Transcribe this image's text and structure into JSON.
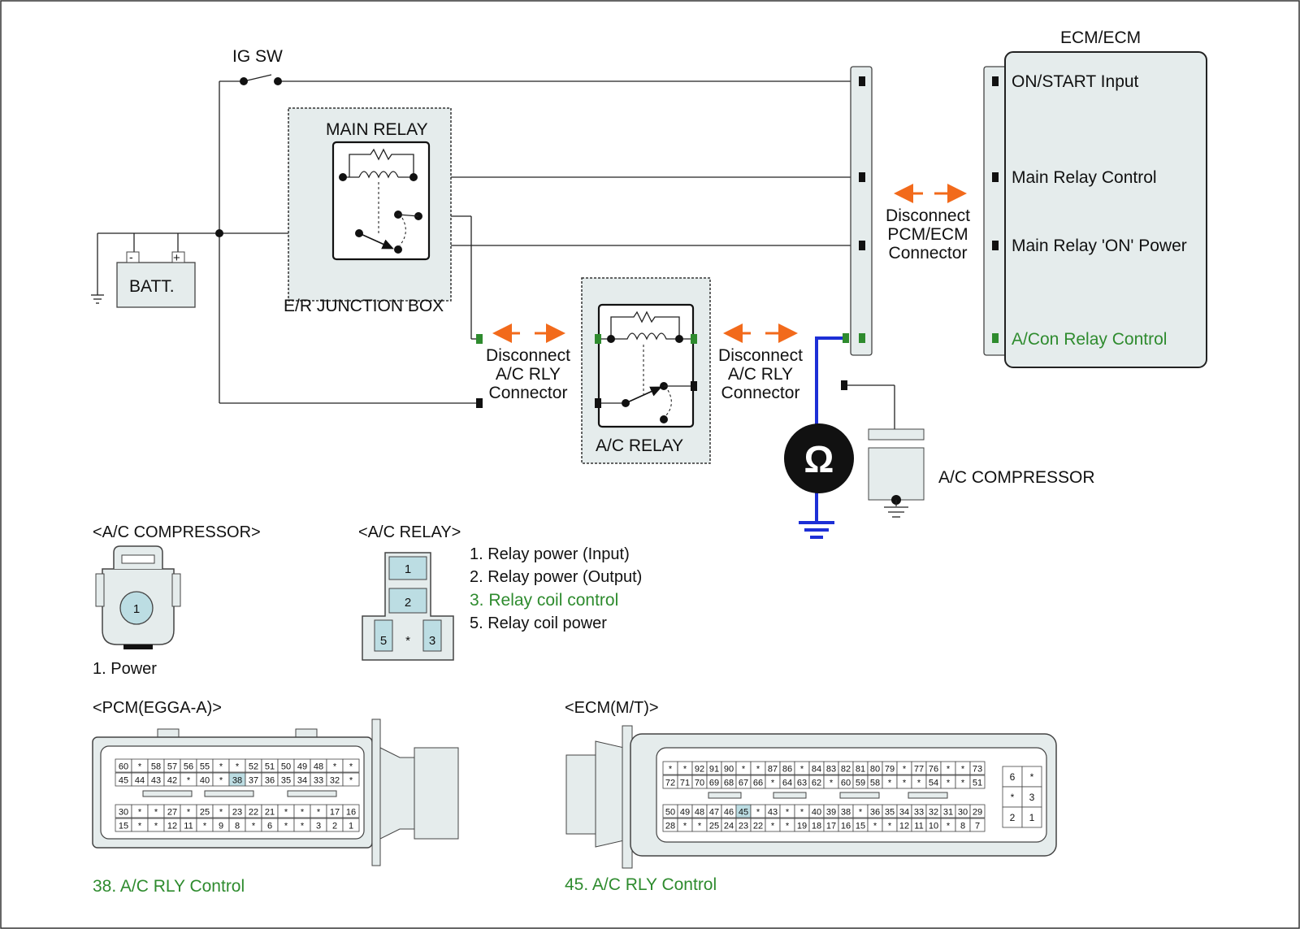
{
  "colors": {
    "accent_orange": "#f26a1b",
    "meter_blue": "#1d2fd6",
    "highlight_green": "#2e8b2e",
    "pin_fill": "#bcdde3",
    "panel_fill": "#e5ecec"
  },
  "schematic": {
    "ecm_title": "ECM/ECM",
    "ig_sw": "IG SW",
    "batt": "BATT.",
    "batt_minus": "-",
    "batt_plus": "+",
    "main_relay": "MAIN RELAY",
    "junction_box": "E/R JUNCTION BOX",
    "ac_relay": "A/C RELAY",
    "ac_compressor": "A/C COMPRESSOR",
    "ohm_symbol": "Ω",
    "ecm_pins": [
      "ON/START Input",
      "Main Relay Control",
      "Main Relay 'ON' Power",
      "A/Con Relay Control"
    ],
    "disconnect_pcm": [
      "Disconnect",
      "PCM/ECM",
      "Connector"
    ],
    "disconnect_left": [
      "Disconnect",
      "A/C RLY",
      "Connector"
    ],
    "disconnect_right": [
      "Disconnect",
      "A/C RLY",
      "Connector"
    ]
  },
  "compressor_connector": {
    "title": "<A/C COMPRESSOR>",
    "pin": "1",
    "legend": "1. Power"
  },
  "relay_connector": {
    "title": "<A/C RELAY>",
    "pins": [
      "1",
      "2",
      "5",
      "*",
      "3"
    ],
    "legend": [
      "1. Relay power (Input)",
      "2. Relay power (Output)",
      "3. Relay coil control",
      "5. Relay coil power"
    ]
  },
  "pcm_connector": {
    "title": "<PCM(EGGA-A)>",
    "row1": [
      "60",
      "*",
      "58",
      "57",
      "56",
      "55",
      "*",
      "*",
      "52",
      "51",
      "50",
      "49",
      "48",
      "*",
      "*"
    ],
    "row2": [
      "45",
      "44",
      "43",
      "42",
      "*",
      "40",
      "*",
      "38",
      "37",
      "36",
      "35",
      "34",
      "33",
      "32",
      "*"
    ],
    "row3": [
      "30",
      "*",
      "*",
      "27",
      "*",
      "25",
      "*",
      "23",
      "22",
      "21",
      "*",
      "*",
      "*",
      "17",
      "16"
    ],
    "row4": [
      "15",
      "*",
      "*",
      "12",
      "11",
      "*",
      "9",
      "8",
      "*",
      "6",
      "*",
      "*",
      "3",
      "2",
      "1"
    ],
    "highlight": "38",
    "legend": "38. A/C RLY Control"
  },
  "ecm_connector": {
    "title": "<ECM(M/T)>",
    "row1": [
      "*",
      "*",
      "92",
      "91",
      "90",
      "*",
      "*",
      "87",
      "86",
      "*",
      "84",
      "83",
      "82",
      "81",
      "80",
      "79",
      "*",
      "77",
      "76",
      "*",
      "*",
      "73"
    ],
    "row2": [
      "72",
      "71",
      "70",
      "69",
      "68",
      "67",
      "66",
      "*",
      "64",
      "63",
      "62",
      "*",
      "60",
      "59",
      "58",
      "*",
      "*",
      "*",
      "54",
      "*",
      "*",
      "51"
    ],
    "row3": [
      "50",
      "49",
      "48",
      "47",
      "46",
      "45",
      "*",
      "43",
      "*",
      "*",
      "40",
      "39",
      "38",
      "*",
      "36",
      "35",
      "34",
      "33",
      "32",
      "31",
      "30",
      "29"
    ],
    "row4": [
      "28",
      "*",
      "*",
      "25",
      "24",
      "23",
      "22",
      "*",
      "*",
      "19",
      "18",
      "17",
      "16",
      "15",
      "*",
      "*",
      "12",
      "11",
      "10",
      "*",
      "8",
      "7"
    ],
    "side": [
      "6",
      "*",
      "*",
      "3",
      "2",
      "1"
    ],
    "highlight": "45",
    "legend": "45. A/C RLY Control"
  }
}
